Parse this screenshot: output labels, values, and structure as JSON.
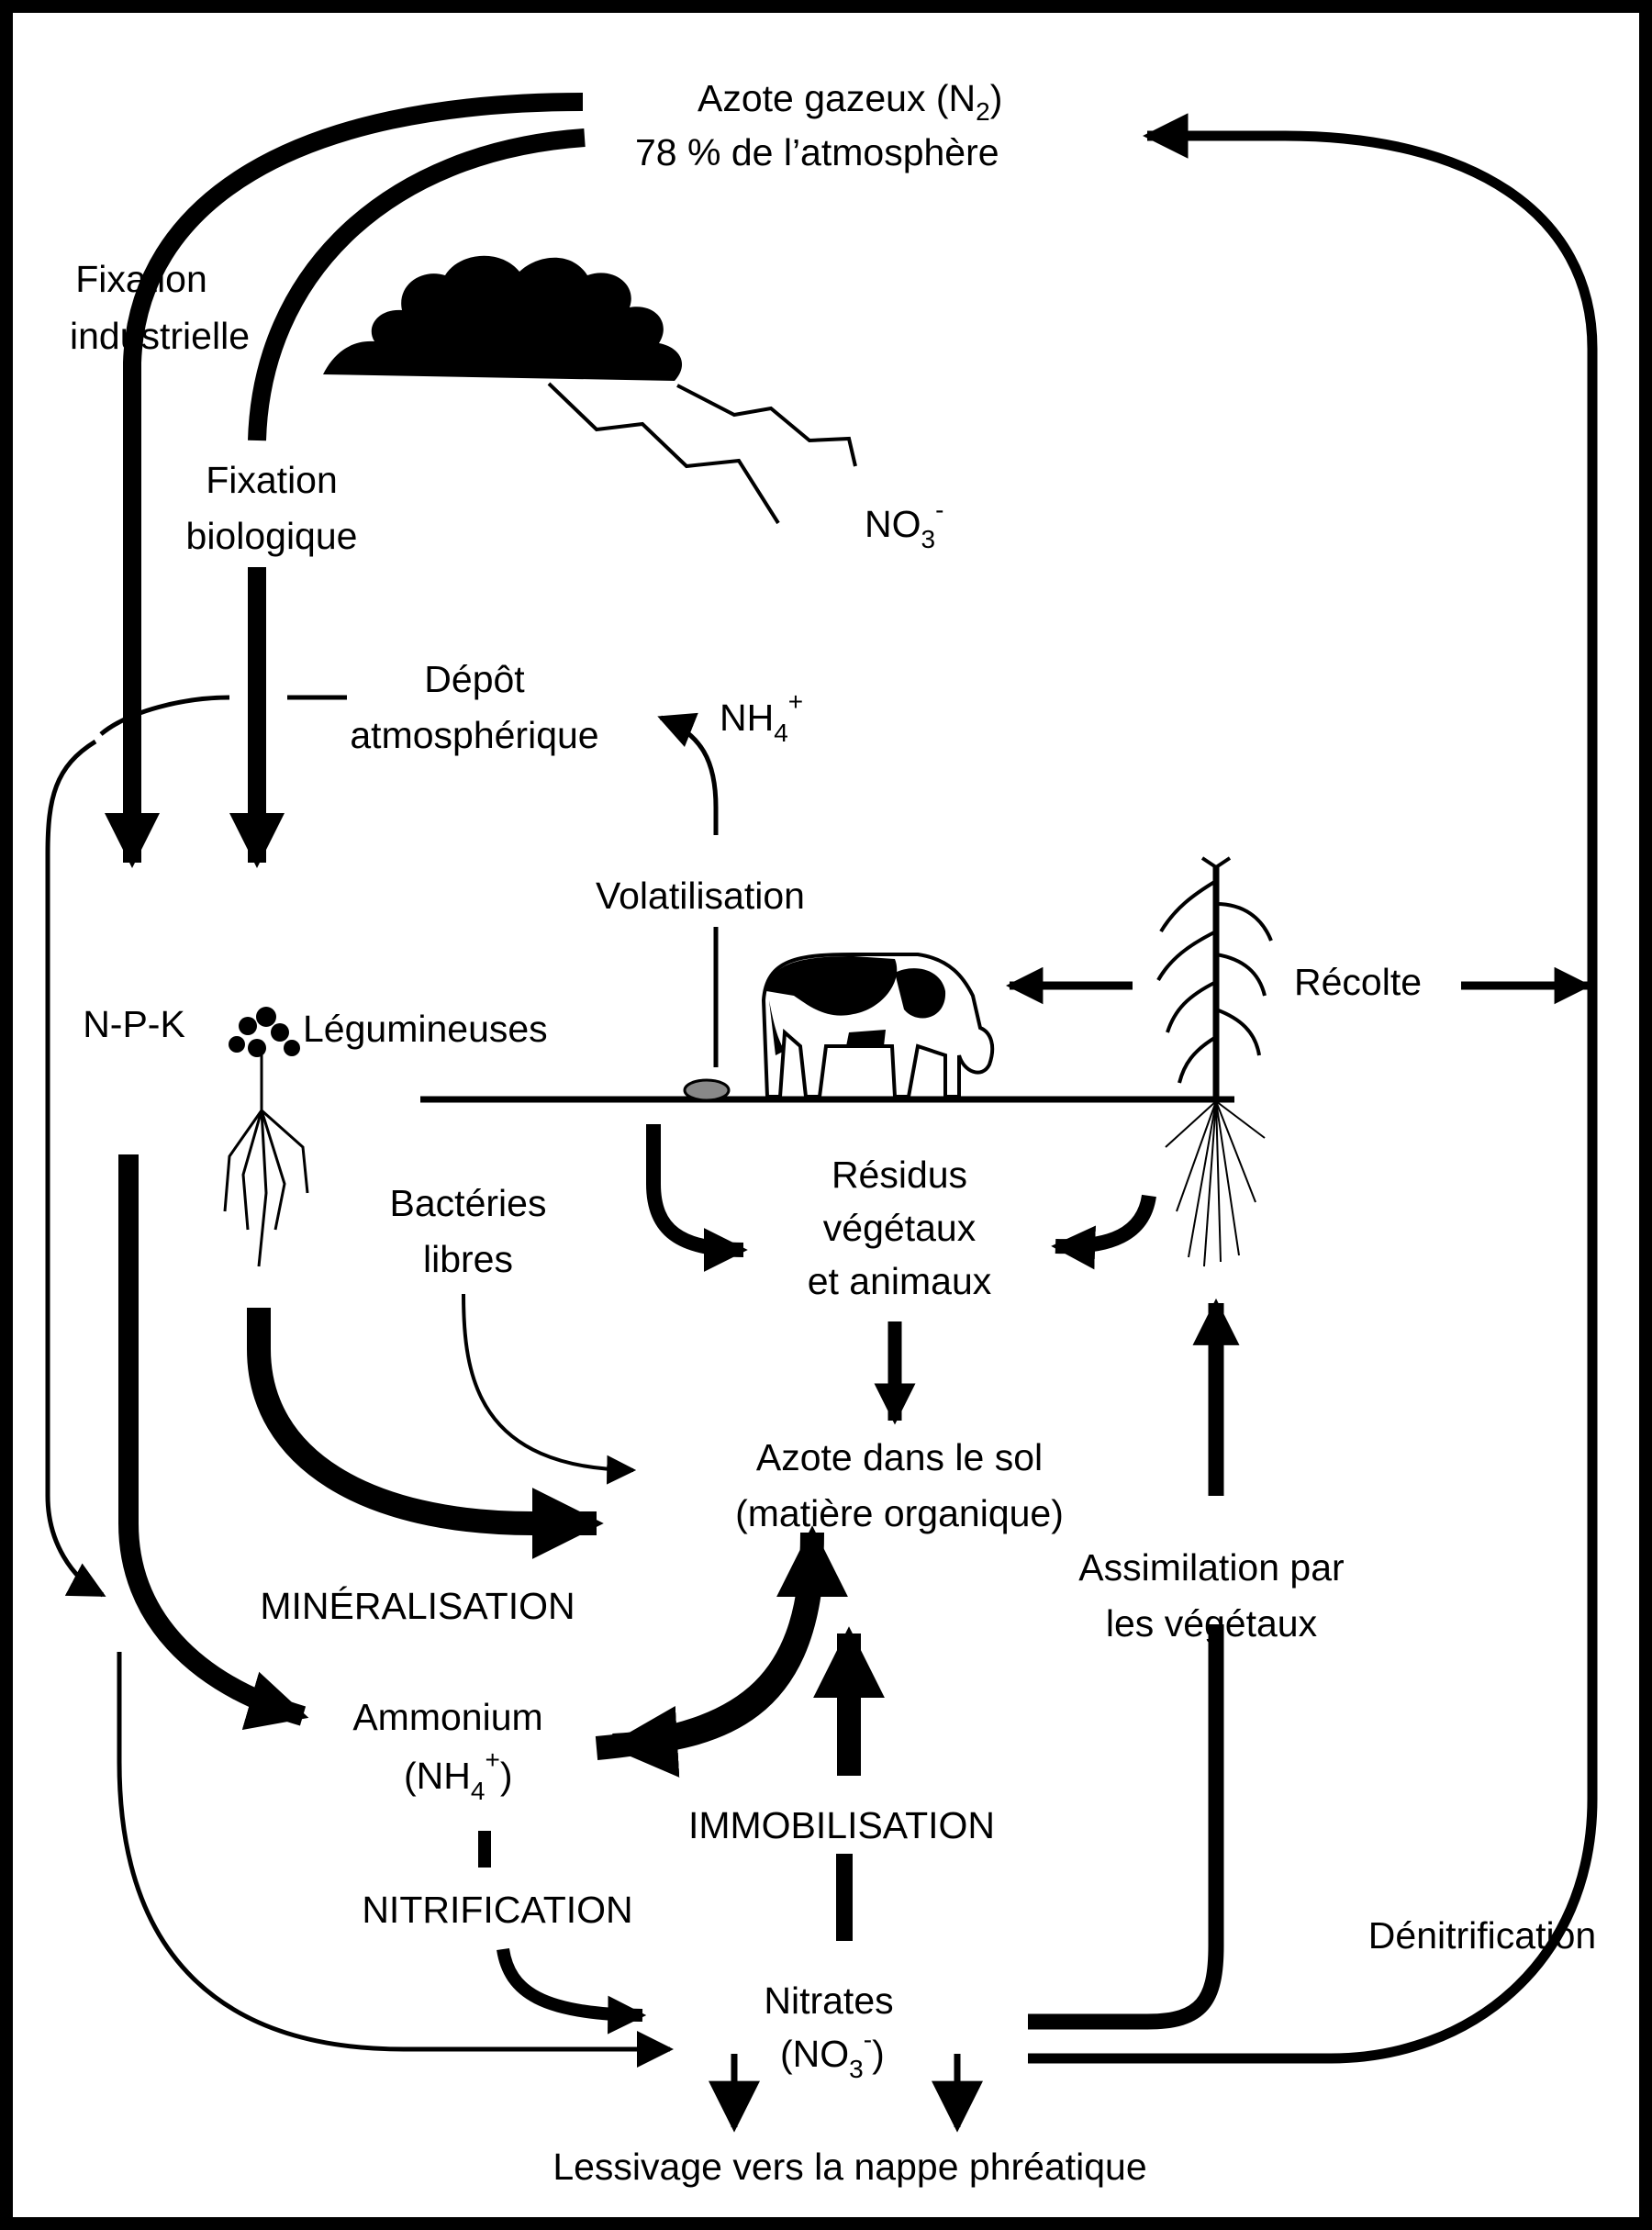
{
  "labels": {
    "n2_title_pre": "Azote gazeux (N",
    "n2_title_sub": "2",
    "n2_title_post": ")",
    "n2_percent": "78 % de l’atmosphère",
    "fixation_ind_1": "Fixation",
    "fixation_ind_2": "industrielle",
    "fixation_bio_1": "Fixation",
    "fixation_bio_2": "biologique",
    "no3_cloud_main": "NO",
    "no3_cloud_sub": "3",
    "no3_cloud_sup": "-",
    "depot_1": "Dépôt",
    "depot_2": "atmosphérique",
    "nh4_main": "NH",
    "nh4_sub": "4",
    "nh4_sup": "+",
    "volatilisation": "Volatilisation",
    "npk": "N-P-K",
    "legumineuses": "Légumineuses",
    "recolte": "Récolte",
    "residus_1": "Résidus",
    "residus_2": "végétaux",
    "residus_3": "et animaux",
    "bacteries_1": "Bactéries",
    "bacteries_2": "libres",
    "azote_sol_1": "Azote dans le sol",
    "azote_sol_2": "(matière organique)",
    "mineralisation": "MINÉRALISATION",
    "assimilation_1": "Assimilation par",
    "assimilation_2": "les végétaux",
    "ammonium_1": "Ammonium",
    "ammonium_2_pre": "(NH",
    "ammonium_2_sub": "4",
    "ammonium_2_sup": "+",
    "ammonium_2_post": ")",
    "immobilisation": "IMMOBILISATION",
    "nitrification": "NITRIFICATION",
    "denitrification": "Dénitrification",
    "nitrates_1": "Nitrates",
    "nitrates_2_pre": "(NO",
    "nitrates_2_sub": "3",
    "nitrates_2_sup": "-",
    "nitrates_2_post": ")",
    "lessivage": "Lessivage vers la nappe phréatique"
  }
}
